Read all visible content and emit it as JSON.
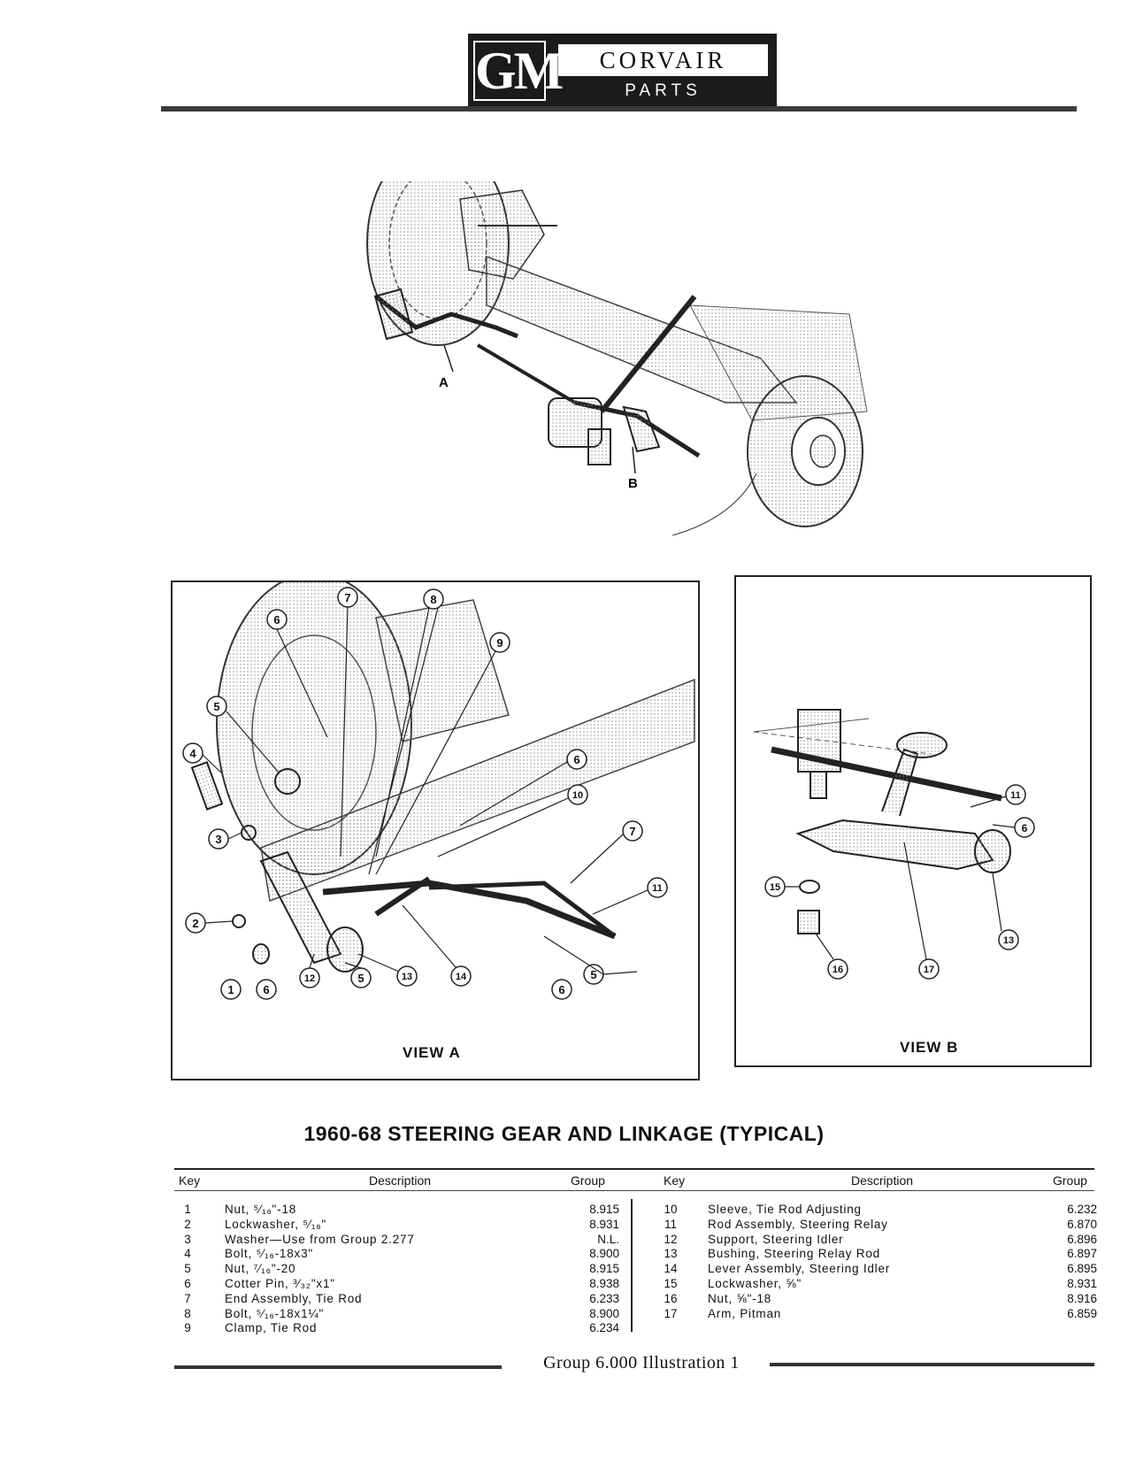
{
  "header": {
    "logo": "GM",
    "title": "CORVAIR",
    "subtitle": "PARTS CATALOGUE"
  },
  "illustration": {
    "main_labels": [
      "A",
      "B"
    ],
    "view_a_label": "VIEW A",
    "view_b_label": "VIEW B",
    "view_a_callouts": [
      "1",
      "2",
      "3",
      "4",
      "5",
      "6",
      "7",
      "8",
      "9",
      "6",
      "10",
      "7",
      "11",
      "12",
      "5",
      "13",
      "14",
      "6",
      "5",
      "6"
    ],
    "view_b_callouts": [
      "11",
      "6",
      "15",
      "13",
      "16",
      "17"
    ]
  },
  "title": "1960-68 STEERING GEAR AND LINKAGE (TYPICAL)",
  "table": {
    "headers": {
      "key": "Key",
      "description": "Description",
      "group": "Group"
    },
    "left_rows": [
      {
        "key": "1",
        "description": "Nut, ⁵⁄₁₆\"-18",
        "group": "8.915"
      },
      {
        "key": "2",
        "description": "Lockwasher, ⁵⁄₁₆\"",
        "group": "8.931"
      },
      {
        "key": "3",
        "description": "Washer—Use from Group 2.277",
        "group": "N.L."
      },
      {
        "key": "4",
        "description": "Bolt, ⁵⁄₁₆-18x3\"",
        "group": "8.900"
      },
      {
        "key": "5",
        "description": "Nut, ⁷⁄₁₆\"-20",
        "group": "8.915"
      },
      {
        "key": "6",
        "description": "Cotter Pin, ³⁄₃₂\"x1\"",
        "group": "8.938"
      },
      {
        "key": "7",
        "description": "End Assembly, Tie Rod",
        "group": "6.233"
      },
      {
        "key": "8",
        "description": "Bolt, ⁵⁄₁₆-18x1¼\"",
        "group": "8.900"
      },
      {
        "key": "9",
        "description": "Clamp, Tie Rod",
        "group": "6.234"
      }
    ],
    "right_rows": [
      {
        "key": "10",
        "description": "Sleeve, Tie Rod Adjusting",
        "group": "6.232"
      },
      {
        "key": "11",
        "description": "Rod Assembly, Steering Relay",
        "group": "6.870"
      },
      {
        "key": "12",
        "description": "Support, Steering Idler",
        "group": "6.896"
      },
      {
        "key": "13",
        "description": "Bushing, Steering Relay Rod",
        "group": "6.897"
      },
      {
        "key": "14",
        "description": "Lever Assembly, Steering Idler",
        "group": "6.895"
      },
      {
        "key": "15",
        "description": "Lockwasher, ⅝\"",
        "group": "8.931"
      },
      {
        "key": "16",
        "description": "Nut, ⅝\"-18",
        "group": "8.916"
      },
      {
        "key": "17",
        "description": "Arm, Pitman",
        "group": "6.859"
      }
    ]
  },
  "footer": {
    "text": "Group 6.000 Illustration 1"
  }
}
